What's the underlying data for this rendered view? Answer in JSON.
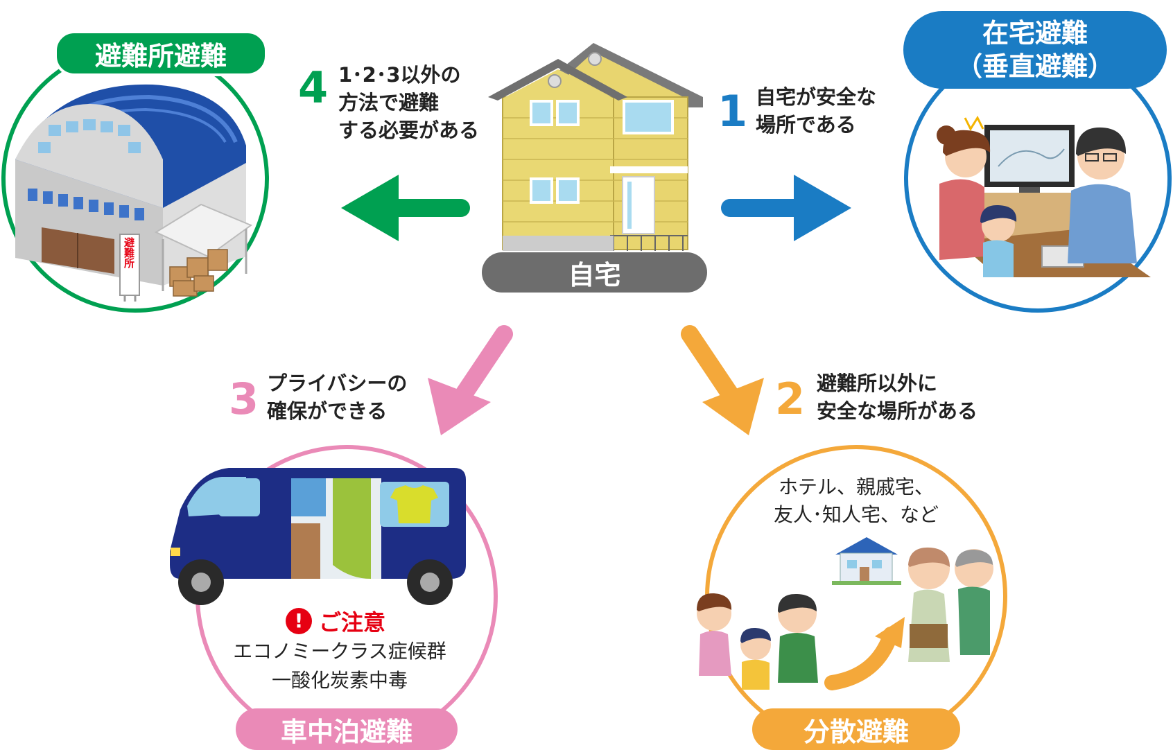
{
  "colors": {
    "shelter": "#00a051",
    "home_safe": "#1a7cc4",
    "dispersed": "#f4a83a",
    "car": "#ea8ab7",
    "home_pill": "#6d6d6d",
    "warning": "#e60012"
  },
  "center": {
    "label": "自宅"
  },
  "options": {
    "shelter": {
      "title": "避難所避難",
      "sign_text": "避難所"
    },
    "home": {
      "title_line1": "在宅避難",
      "title_line2": "（垂直避難）"
    },
    "car": {
      "title": "車中泊避難"
    },
    "dispersed": {
      "title": "分散避難"
    }
  },
  "steps": {
    "s1": {
      "num": "1",
      "text": "自宅が安全な\n場所である"
    },
    "s2": {
      "num": "2",
      "text": "避難所以外に\n安全な場所がある"
    },
    "s3": {
      "num": "3",
      "text": "プライバシーの\n確保ができる"
    },
    "s4": {
      "num": "4",
      "text": "1･2･3以外の\n方法で避難\nする必要がある"
    }
  },
  "car_note": {
    "caution_icon": "exclamation-icon",
    "caution_label": "ご注意",
    "line1": "エコノミークラス症候群",
    "line2": "一酸化炭素中毒"
  },
  "dispersed_note": {
    "line1": "ホテル、親戚宅、",
    "line2": "友人･知人宅、など"
  }
}
